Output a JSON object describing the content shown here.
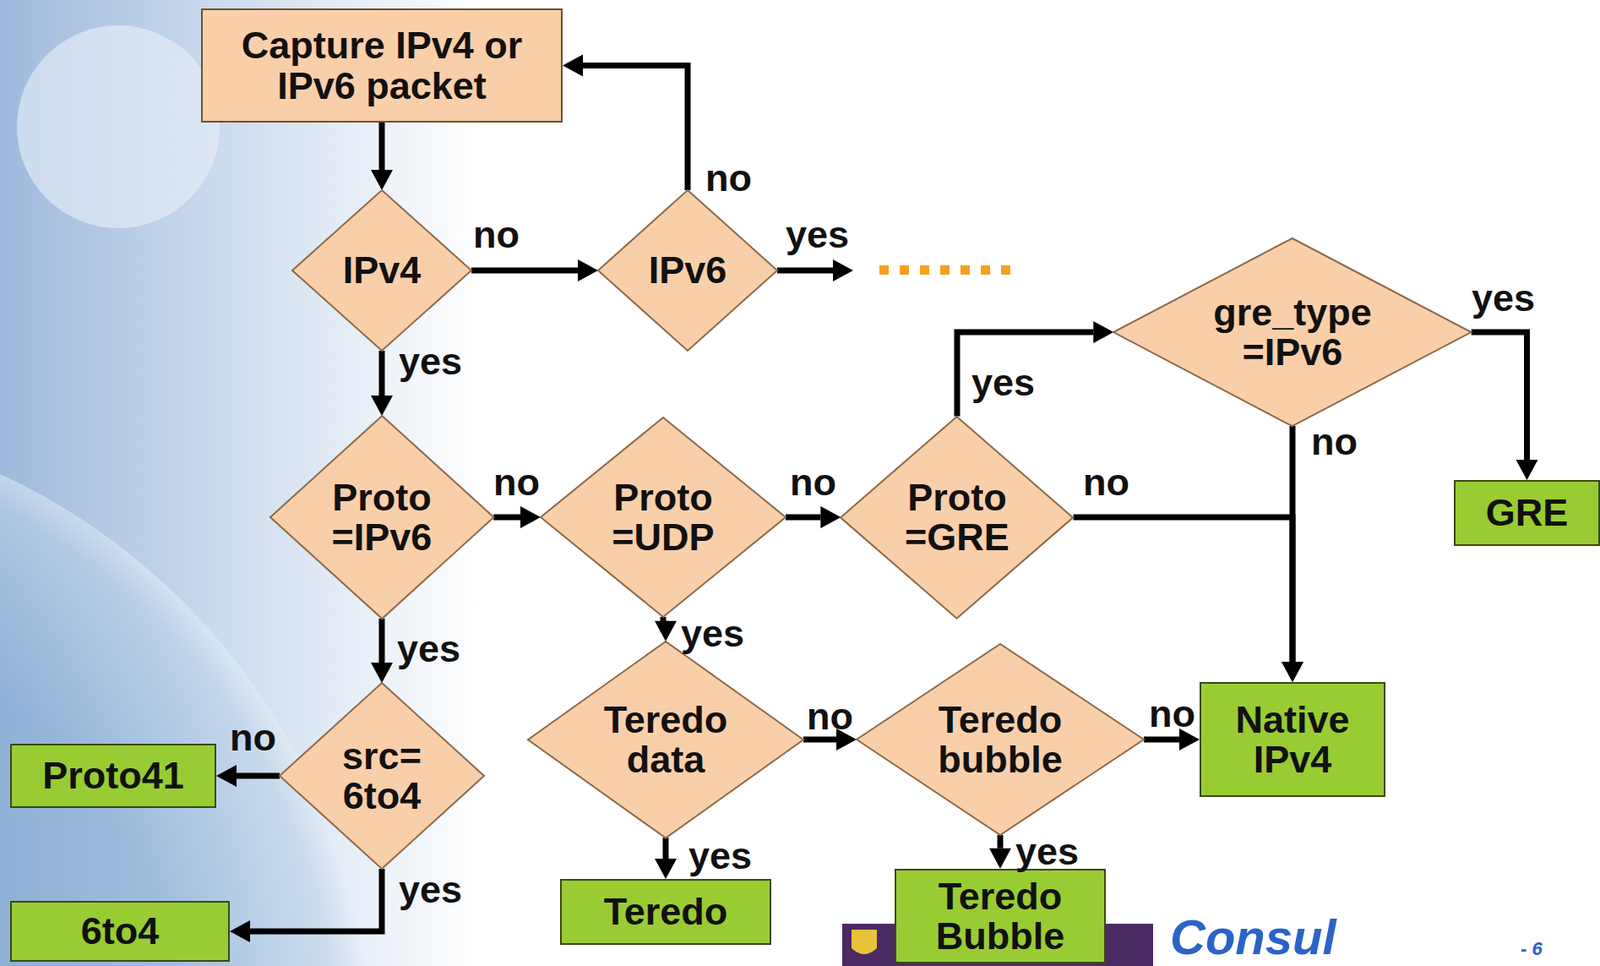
{
  "diagram": {
    "nodes": [
      {
        "text": [
          "Capture IPv4 or IPv6 packet"
        ]
      },
      {
        "text": [
          "IPv4"
        ]
      },
      {
        "text": [
          "IPv6"
        ]
      },
      {
        "text": [
          "gre_type =IPv6"
        ]
      },
      {
        "text": [
          "Proto =IPv6"
        ]
      },
      {
        "text": [
          "Proto =UDP"
        ]
      },
      {
        "text": [
          "Proto =GRE"
        ]
      },
      {
        "text": [
          "GRE"
        ]
      },
      {
        "text": [
          "src= 6to4"
        ]
      },
      {
        "text": [
          "Proto41"
        ]
      },
      {
        "text": [
          "Teredo data"
        ]
      },
      {
        "text": [
          "Teredo bubble"
        ]
      },
      {
        "text": [
          "Native IPv4"
        ]
      },
      {
        "text": [
          "6to4"
        ]
      },
      {
        "text": [
          "Teredo"
        ]
      },
      {
        "text": [
          "Teredo Bubble"
        ]
      }
    ],
    "edges": [
      {
        "from": 0,
        "to": 1,
        "arrow": "to"
      },
      {
        "from": 1,
        "to": 2,
        "arrow": "to",
        "label": "no"
      },
      {
        "from": 2,
        "to": 0,
        "arrow": "to",
        "label": "no"
      },
      {
        "from": 1,
        "to": 4,
        "arrow": "to",
        "label": "yes"
      },
      {
        "from": 4,
        "to": 5,
        "arrow": "to",
        "label": "no"
      },
      {
        "from": 5,
        "to": 6,
        "arrow": "to",
        "label": "no"
      },
      {
        "from": 6,
        "to": 3,
        "arrow": "to",
        "label": "yes"
      },
      {
        "from": 3,
        "to": 7,
        "arrow": "to",
        "label": "yes"
      },
      {
        "from": 3,
        "to": 12,
        "arrow": "to",
        "label": "no"
      },
      {
        "from": 6,
        "to": 12,
        "arrow": "to",
        "label": "no"
      },
      {
        "from": 4,
        "to": 8,
        "arrow": "to",
        "label": "yes"
      },
      {
        "from": 8,
        "to": 9,
        "arrow": "to",
        "label": "no"
      },
      {
        "from": 8,
        "to": 13,
        "arrow": "to",
        "label": "yes"
      },
      {
        "from": 5,
        "to": 10,
        "arrow": "to",
        "label": "yes"
      },
      {
        "from": 10,
        "to": 14,
        "arrow": "to",
        "label": "yes"
      },
      {
        "from": 10,
        "to": 11,
        "arrow": "to",
        "label": "no"
      },
      {
        "from": 11,
        "to": 12,
        "arrow": "to",
        "label": "no"
      },
      {
        "from": 11,
        "to": 15,
        "arrow": "to",
        "label": "yes"
      }
    ],
    "labels": [
      "yes",
      "Consul",
      "- 6"
    ]
  }
}
